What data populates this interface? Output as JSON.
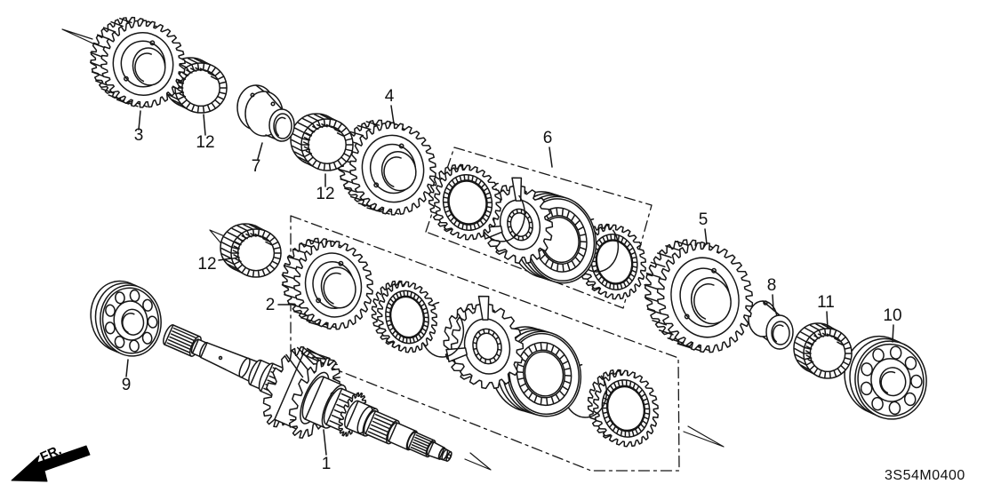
{
  "diagram": {
    "part_code": "3S54M0400",
    "front_label": "FR.",
    "colors": {
      "background": "#ffffff",
      "line": "#161616"
    },
    "callouts": [
      {
        "id": "mainshaft",
        "label": "1"
      },
      {
        "id": "gear-set",
        "label": "2"
      },
      {
        "id": "gear-3",
        "label": "3"
      },
      {
        "id": "gear-4",
        "label": "4"
      },
      {
        "id": "gear-5",
        "label": "5"
      },
      {
        "id": "synchro-set",
        "label": "6"
      },
      {
        "id": "collar-7",
        "label": "7"
      },
      {
        "id": "spacer-8",
        "label": "8"
      },
      {
        "id": "ball-bearing-9",
        "label": "9"
      },
      {
        "id": "ball-bearing-10",
        "label": "10"
      },
      {
        "id": "needle-bearing-11",
        "label": "11"
      },
      {
        "id": "needle-bearing-12-top",
        "label": "12"
      },
      {
        "id": "needle-bearing-12-mid",
        "label": "12"
      },
      {
        "id": "needle-bearing-12-left",
        "label": "12"
      }
    ]
  }
}
